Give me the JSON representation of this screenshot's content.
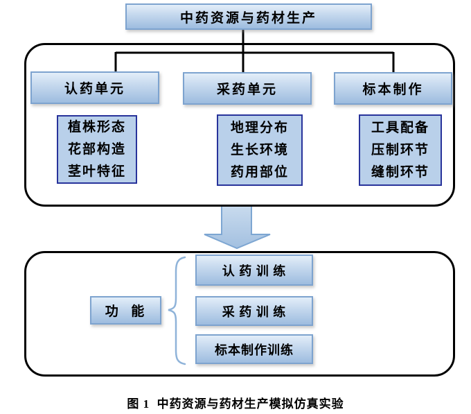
{
  "title": "中药资源与药材生产",
  "section1": {
    "columns": [
      {
        "header": "认药单元",
        "items": [
          "植株形态",
          "花部构造",
          "茎叶特征"
        ]
      },
      {
        "header": "采药单元",
        "items": [
          "地理分布",
          "生长环境",
          "药用部位"
        ]
      },
      {
        "header": "标本制作",
        "items": [
          "工具配备",
          "压制环节",
          "缝制环节"
        ]
      }
    ]
  },
  "section2": {
    "label": "功  能",
    "items": [
      "认 药 训 练",
      "采 药 训 练",
      "标本制作训练"
    ]
  },
  "caption": "图 1  中药资源与药材生产模拟仿真实验",
  "colors": {
    "box_gradient_top": "#e3eef9",
    "box_gradient_bottom": "#9dbcdf",
    "box_border": "#7da3cf",
    "detail_fill": "#b9d0ea",
    "detail_border": "#28339b",
    "container_border": "#000000",
    "connector_line": "#000000",
    "arrow_fill": "#b3cbe7",
    "brace_stroke": "#8fb3d9"
  }
}
